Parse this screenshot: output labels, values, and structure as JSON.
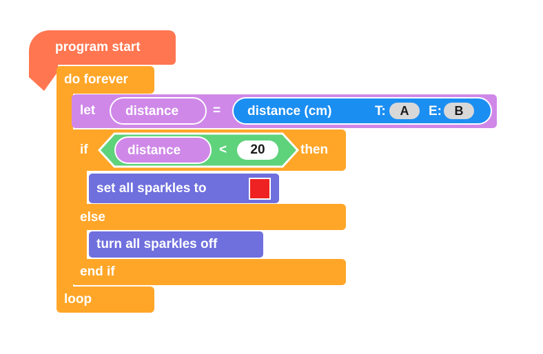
{
  "blocks": {
    "program_start": {
      "label": "program start",
      "color": "#ff7650"
    },
    "do_forever": {
      "label": "do forever",
      "color": "#ffa628"
    },
    "let": {
      "keyword": "let",
      "variable": "distance",
      "equals": "=",
      "sensor": {
        "label": "distance (cm)",
        "trig_label": "T:",
        "trig_port": "A",
        "echo_label": "E:",
        "echo_port": "B"
      },
      "color": "#cf88e8",
      "sensor_color": "#1b8ef2"
    },
    "if": {
      "keyword": "if",
      "condition": {
        "variable": "distance",
        "operator": "<",
        "value": "20"
      },
      "then": "then",
      "condition_color": "#5fd27c"
    },
    "set_sparkles": {
      "label": "set all sparkles to",
      "color_value": "#ee2222",
      "block_color": "#6f6fde"
    },
    "else": {
      "label": "else"
    },
    "turn_off": {
      "label": "turn all sparkles off"
    },
    "end_if": {
      "label": "end if"
    },
    "loop": {
      "label": "loop"
    }
  }
}
